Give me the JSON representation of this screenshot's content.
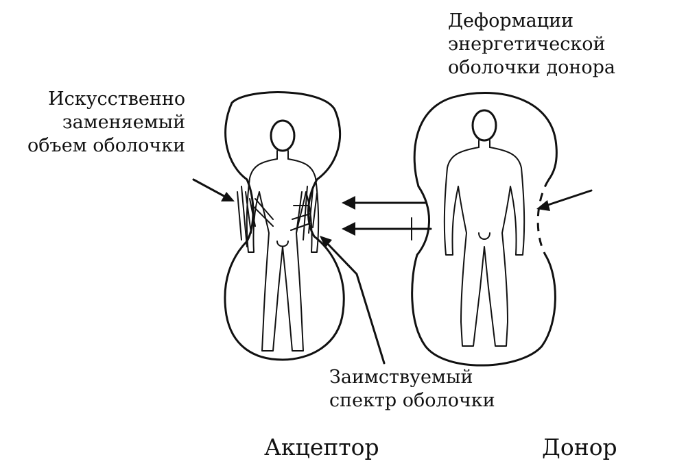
{
  "labels": {
    "replace": [
      "Искусственно",
      "заменяемый",
      "объем оболочки"
    ],
    "deform": [
      "Деформации",
      "энергетической",
      "оболочки донора"
    ],
    "borrow": [
      "Заимствуемый",
      "спектр оболочки"
    ],
    "acceptor": "Акцептор",
    "donor": "Донор"
  },
  "colors": {
    "ink": "#111111",
    "background": "#ffffff"
  }
}
